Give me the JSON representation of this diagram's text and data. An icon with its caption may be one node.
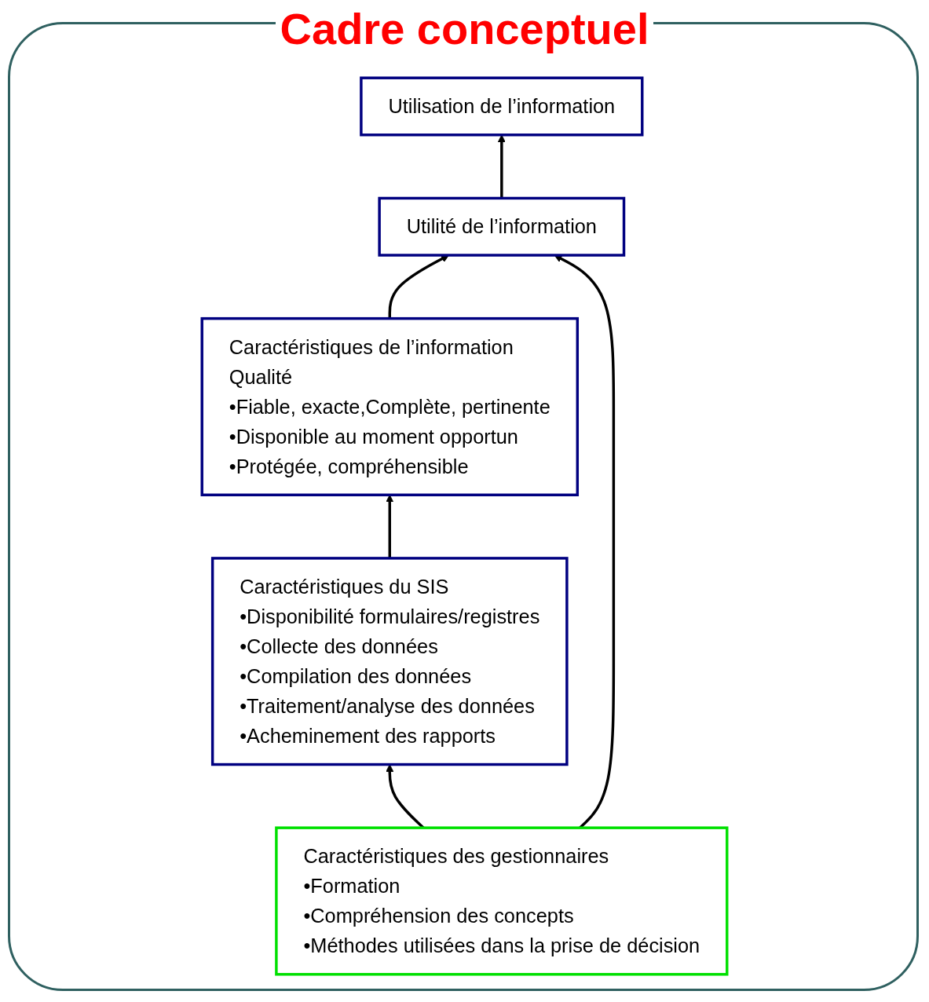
{
  "diagram": {
    "title": "Cadre conceptuel",
    "nodes": [
      {
        "text": [
          "Utilisation de l’information"
        ]
      },
      {
        "text": [
          "Utilité de l’information"
        ]
      },
      {
        "text": [
          "Caractéristiques de l’information",
          "Qualité",
          "•Fiable, exacte,Complète, pertinente",
          "•Disponible au moment opportun",
          "•Protégée, compréhensible"
        ]
      },
      {
        "text": [
          "Caractéristiques des gestionnaires",
          "•Formation",
          "•Compréhension des concepts",
          "•Méthodes utilisées dans la prise de décision"
        ]
      },
      {
        "text": [
          "Caractéristiques du SIS",
          "•Disponibilité formulaires/registres",
          "•Collecte des données",
          "•Compilation des données",
          "•Traitement/analyse des données",
          "•Acheminement des rapports"
        ]
      }
    ],
    "edges": [
      {
        "from": 1,
        "to": 0,
        "arrow": "to"
      },
      {
        "from": 2,
        "to": 1,
        "arrow": "to"
      },
      {
        "from": 3,
        "to": 1,
        "arrow": "to"
      },
      {
        "from": 4,
        "to": 2,
        "arrow": "to"
      },
      {
        "from": 3,
        "to": 4,
        "arrow": "to"
      }
    ]
  }
}
